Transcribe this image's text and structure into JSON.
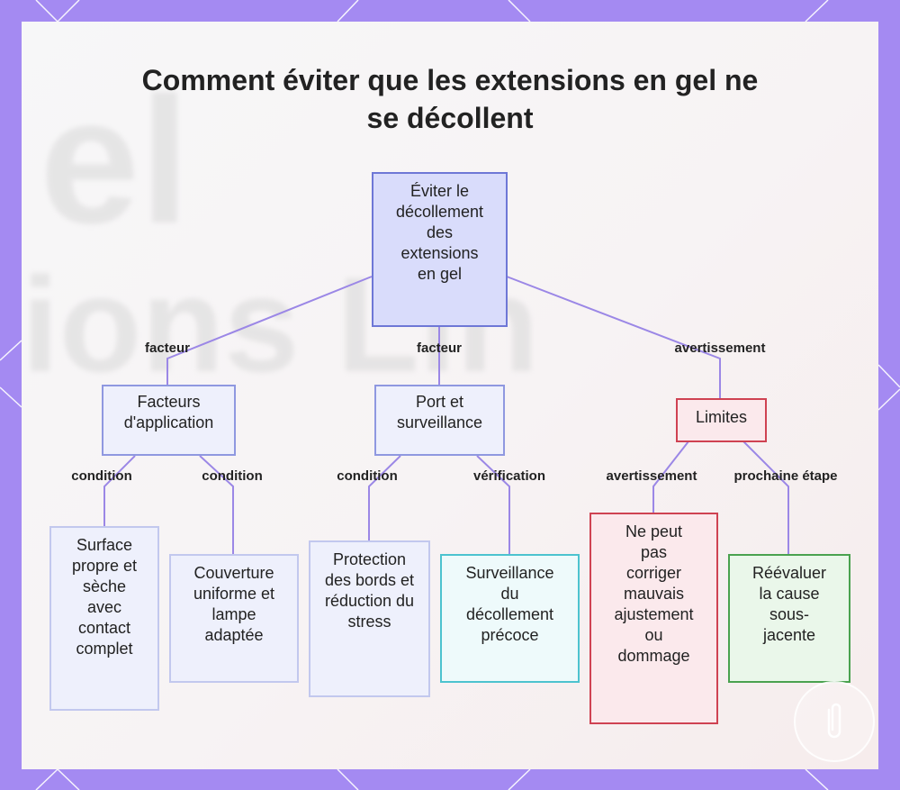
{
  "title": "Comment éviter que les extensions en gel ne se décollent",
  "root": {
    "label": "Éviter le décollement des extensions en gel"
  },
  "branches": {
    "application": {
      "edge": "facteur",
      "label": "Facteurs d'application"
    },
    "port": {
      "edge": "facteur",
      "label": "Port et surveillance"
    },
    "limites": {
      "edge": "avertissement",
      "label": "Limites"
    }
  },
  "leaves": {
    "surface": {
      "edge": "condition",
      "label": "Surface propre et sèche avec contact complet"
    },
    "couverture": {
      "edge": "condition",
      "label": "Couverture uniforme et lampe adaptée"
    },
    "protection": {
      "edge": "condition",
      "label": "Protection des bords et réduction du stress"
    },
    "surveillance": {
      "edge": "vérification",
      "label": "Surveillance du décollement précoce"
    },
    "corriger": {
      "edge": "avertissement",
      "label": "Ne peut pas corriger mauvais ajustement ou dommage"
    },
    "reevaluer": {
      "edge": "prochaine étape",
      "label": "Réévaluer la cause sous-jacente"
    }
  },
  "colors": {
    "edge": "#9b87e6",
    "root_fill": "#d9dcfb",
    "branch_border": "#8f98e0",
    "warning_border": "#cf4252",
    "next_step_border": "#4aa24f",
    "check_border": "#4cc3cf",
    "frame": "#a48af2"
  },
  "background_text": [
    "el",
    "ions Lin"
  ]
}
